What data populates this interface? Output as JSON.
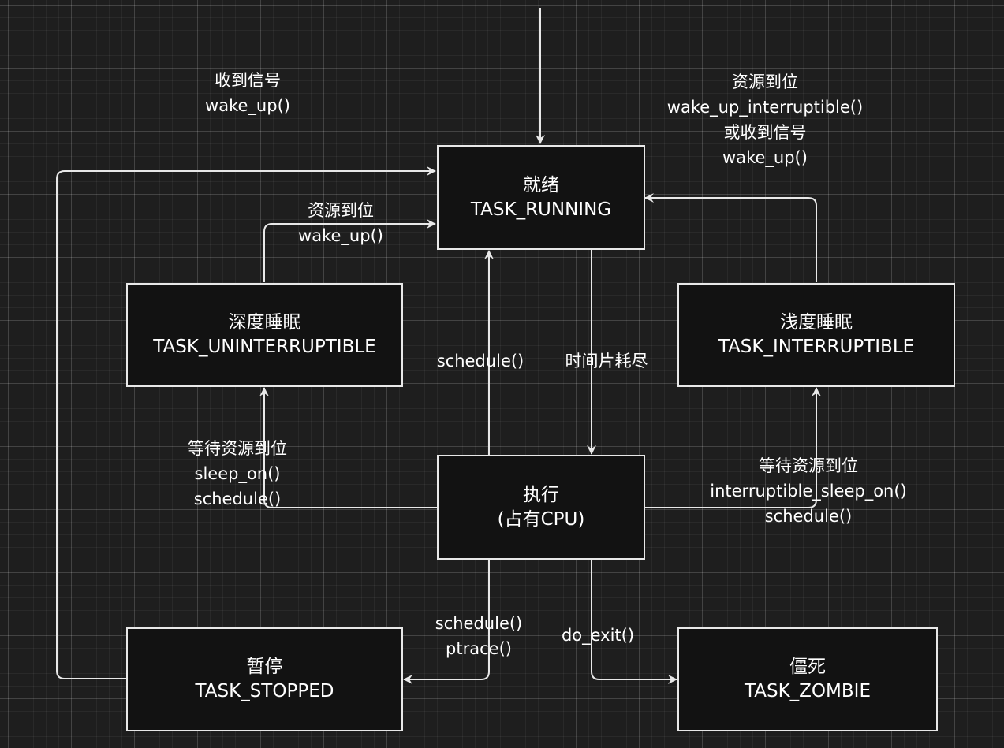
{
  "colors": {
    "background": "#1e1e1e",
    "grid": "#3a3a3a",
    "stroke": "#e8e8e8",
    "box_fill": "#121212",
    "text": "#ffffff"
  },
  "states": {
    "ready": {
      "line1": "就绪",
      "line2": "TASK_RUNNING"
    },
    "deep_sleep": {
      "line1": "深度睡眠",
      "line2": "TASK_UNINTERRUPTIBLE"
    },
    "light_sleep": {
      "line1": "浅度睡眠",
      "line2": "TASK_INTERRUPTIBLE"
    },
    "executing": {
      "line1": "执行",
      "line2": "(占有CPU)"
    },
    "stopped": {
      "line1": "暂停",
      "line2": "TASK_STOPPED"
    },
    "zombie": {
      "line1": "僵死",
      "line2": "TASK_ZOMBIE"
    }
  },
  "transitions": {
    "stopped_to_ready": {
      "line1": "收到信号",
      "line2": "wake_up()"
    },
    "light_to_ready": {
      "line1": "资源到位",
      "line2": "wake_up_interruptible()",
      "line3": "或收到信号",
      "line4": "wake_up()"
    },
    "deep_to_ready": {
      "line1": "资源到位",
      "line2": "wake_up()"
    },
    "exec_to_ready": {
      "line1": "schedule()"
    },
    "ready_to_exec": {
      "line1": "时间片耗尽"
    },
    "exec_to_deep": {
      "line1": "等待资源到位",
      "line2": "sleep_on()",
      "line3": "schedule()"
    },
    "exec_to_light": {
      "line1": "等待资源到位",
      "line2": "interruptible_sleep_on()",
      "line3": "schedule()"
    },
    "exec_to_stopped": {
      "line1": "schedule()",
      "line2": "ptrace()"
    },
    "exec_to_zombie": {
      "line1": "do_exit()"
    }
  }
}
